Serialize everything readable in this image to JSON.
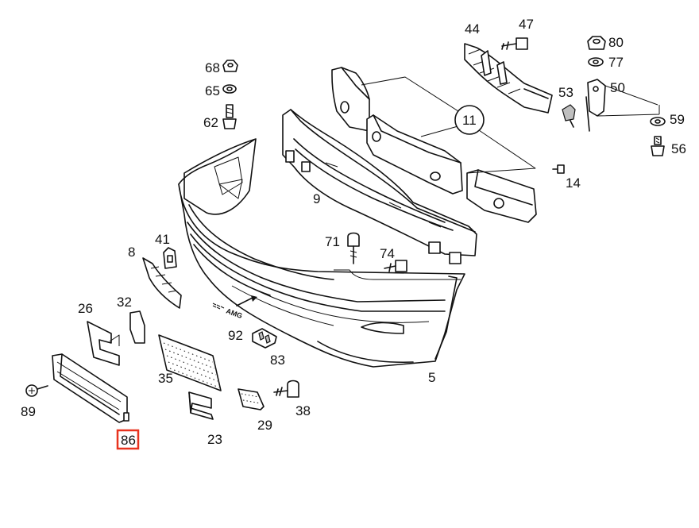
{
  "diagram": {
    "highlighted_part": "86",
    "callouts": {
      "p5": "5",
      "p8": "8",
      "p9": "9",
      "p11": "11",
      "p14": "14",
      "p23": "23",
      "p26": "26",
      "p29": "29",
      "p32": "32",
      "p35": "35",
      "p38": "38",
      "p41": "41",
      "p44": "44",
      "p47": "47",
      "p50": "50",
      "p53": "53",
      "p56": "56",
      "p59": "59",
      "p62": "62",
      "p65": "65",
      "p68": "68",
      "p71": "71",
      "p74": "74",
      "p77": "77",
      "p80": "80",
      "p83": "83",
      "p86": "86",
      "p89": "89",
      "p92": "92"
    },
    "badge_text": "AMG"
  }
}
